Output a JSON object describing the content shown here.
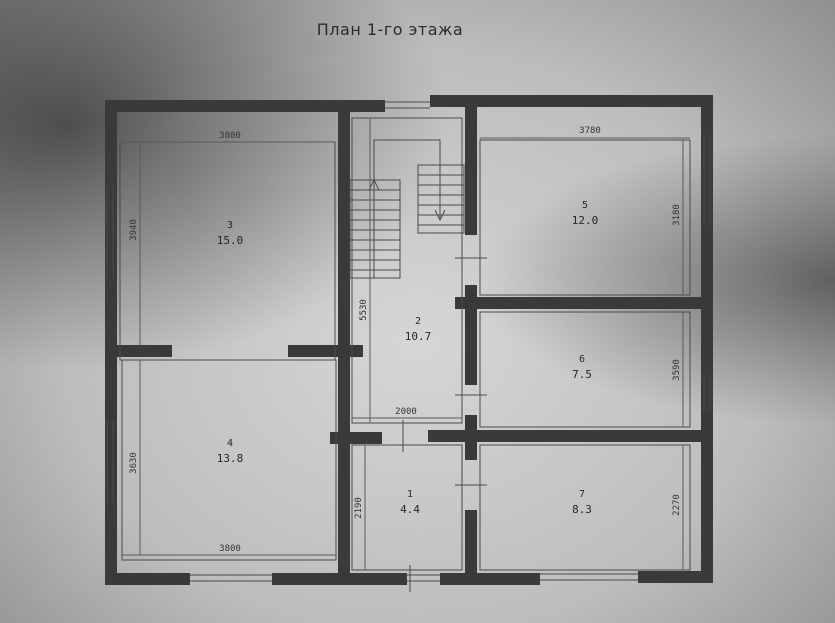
{
  "title": "План 1-го этажа",
  "rooms": [
    {
      "id": "1",
      "number": "1",
      "area": "4.4"
    },
    {
      "id": "2",
      "number": "2",
      "area": "10.7"
    },
    {
      "id": "3",
      "number": "3",
      "area": "15.0"
    },
    {
      "id": "4",
      "number": "4",
      "area": "13.8"
    },
    {
      "id": "5",
      "number": "5",
      "area": "12.0"
    },
    {
      "id": "6",
      "number": "6",
      "area": "7.5"
    },
    {
      "id": "7",
      "number": "7",
      "area": "8.3"
    }
  ],
  "dimensions": {
    "room3_width": "3800",
    "room3_height": "3940",
    "room5_width": "3780",
    "room5_height": "3180",
    "hall_height": "5530",
    "hall_width": "2000",
    "room6_height": "3590",
    "room4_width": "3800",
    "room4_height": "3630",
    "room1_height": "2190",
    "room7_height": "2270"
  },
  "colors": {
    "wall": "#3a3a3a",
    "line": "#4a4a4a",
    "paper": "#cfcfcf"
  }
}
